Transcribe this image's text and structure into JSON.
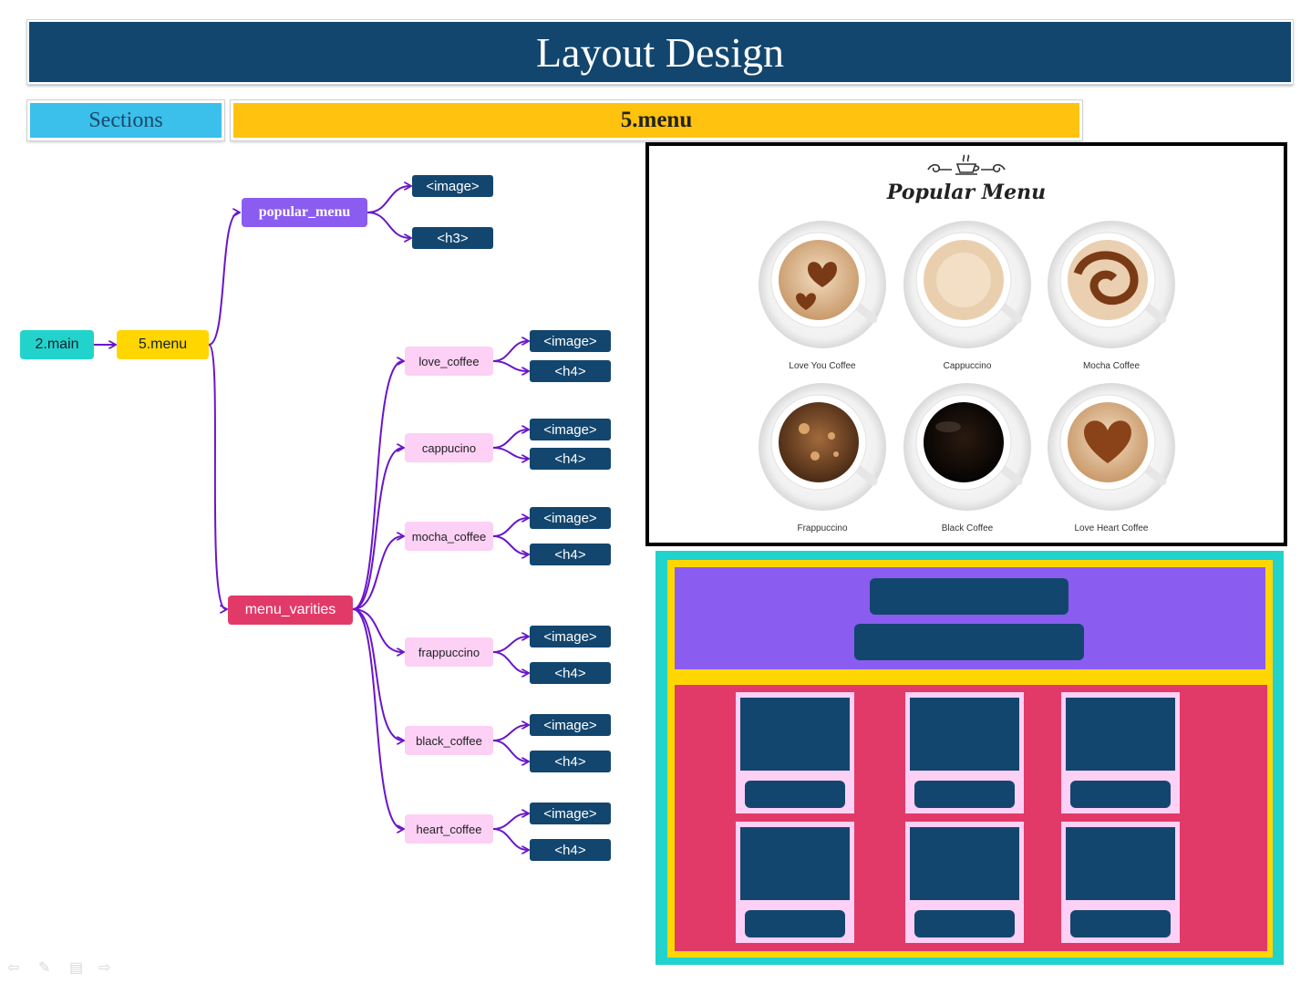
{
  "slide": {
    "title": "Layout Design",
    "sections_label": "Sections",
    "section_name": "5.menu"
  },
  "tree": {
    "root": "2.main",
    "menu": "5.menu",
    "popular_menu": {
      "label": "popular_menu",
      "children": [
        "<image>",
        "<h3>"
      ]
    },
    "menu_varities": {
      "label": "menu_varities",
      "items": [
        {
          "label": "love_coffee",
          "children": [
            "<image>",
            "<h4>"
          ]
        },
        {
          "label": "cappucino",
          "children": [
            "<image>",
            "<h4>"
          ]
        },
        {
          "label": "mocha_coffee",
          "children": [
            "<image>",
            "<h4>"
          ]
        },
        {
          "label": "frappuccino",
          "children": [
            "<image>",
            "<h4>"
          ]
        },
        {
          "label": "black_coffee",
          "children": [
            "<image>",
            "<h4>"
          ]
        },
        {
          "label": "heart_coffee",
          "children": [
            "<image>",
            "<h4>"
          ]
        }
      ]
    }
  },
  "preview": {
    "ornament": "coffee-cup-ornament-icon",
    "heading": "Popular Menu",
    "items": [
      "Love You Coffee",
      "Cappuccino",
      "Mocha Coffee",
      "Frappuccino",
      "Black Coffee",
      "Love Heart Coffee"
    ]
  },
  "colors": {
    "navy": "#13466e",
    "purple": "#8b5cf0",
    "pink": "#e23a68",
    "light_pink": "#fdd0f6",
    "yellow": "#ffd600",
    "teal": "#22d3cc",
    "connector": "#6a16c8"
  },
  "slide_nav": [
    "arrow-left-icon",
    "pen-icon",
    "menu-icon",
    "arrow-right-icon"
  ]
}
